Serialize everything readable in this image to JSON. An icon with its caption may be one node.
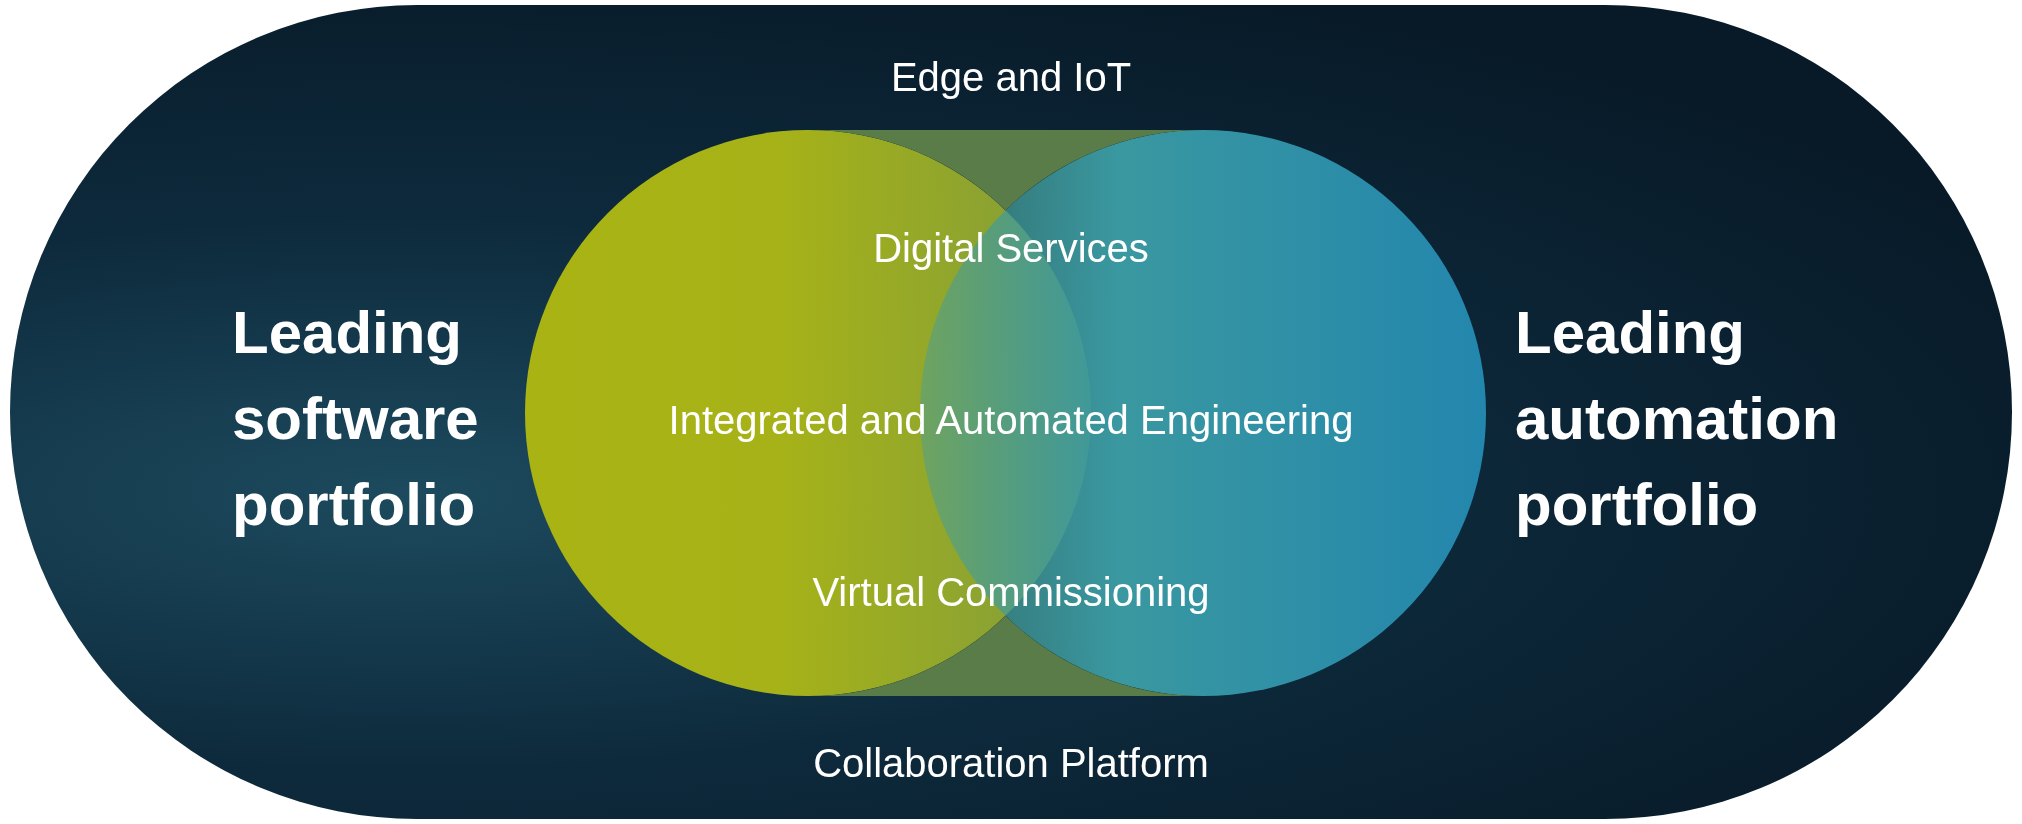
{
  "diagram": {
    "nodes": [
      {
        "text": [
          "Edge and IoT",
          "Collaboration Platform"
        ]
      },
      {
        "text": [],
        "shape": "circle",
        "in": 0
      },
      {
        "text": [],
        "shape": "circle",
        "in": 0
      },
      {
        "text": [],
        "shape": "box",
        "in": 0
      },
      {
        "text": [],
        "shape": "box",
        "in": 0
      }
    ],
    "labels": [
      "Leading software portfolio",
      "Digital Services",
      "Integrated and Automated Engineering",
      "Virtual Commissioning",
      "Leading automation portfolio"
    ]
  }
}
